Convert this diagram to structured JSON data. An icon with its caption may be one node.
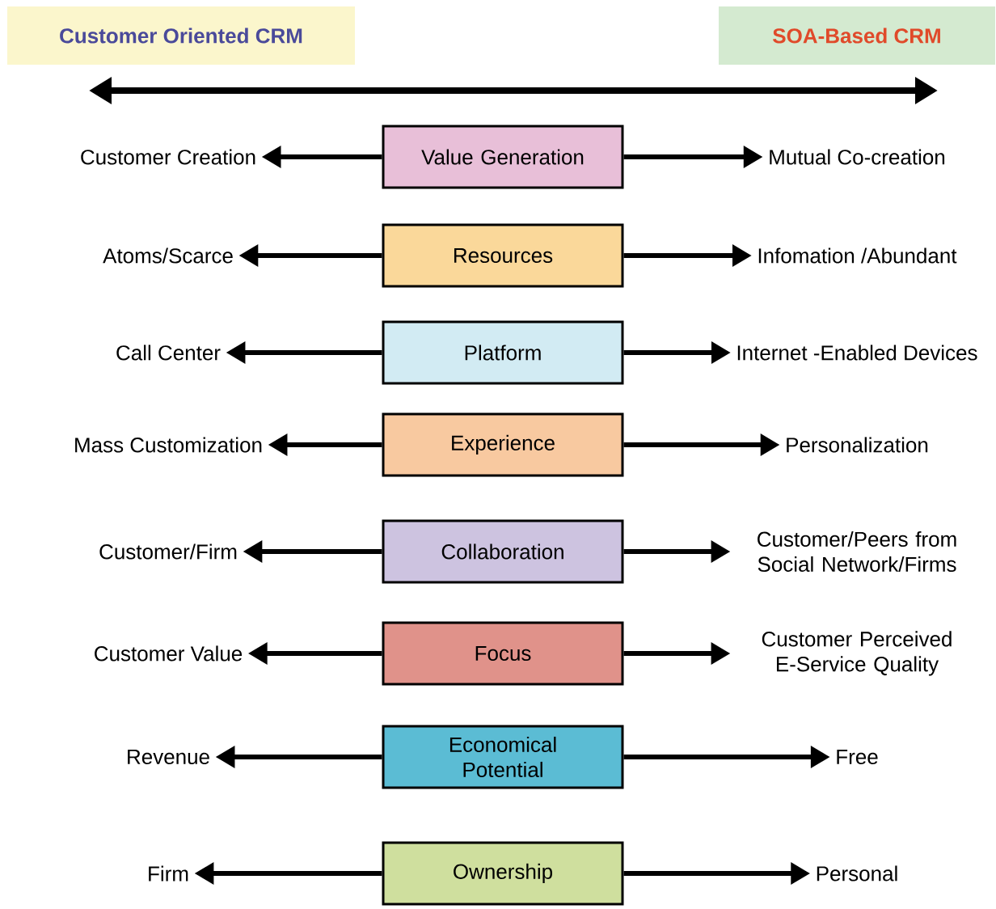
{
  "diagram": {
    "nodes": [
      {
        "text": [
          "Customer Oriented CRM"
        ]
      },
      {
        "text": [
          "SOA-Based CRM"
        ]
      },
      {
        "text": [
          "Customer Creation"
        ]
      },
      {
        "text": [
          "Value Generation"
        ]
      },
      {
        "text": [
          "Mutual Co-creation"
        ]
      },
      {
        "text": [
          "Atoms/Scarce"
        ]
      },
      {
        "text": [
          "Resources"
        ]
      },
      {
        "text": [
          "Infomation /Abundant"
        ]
      },
      {
        "text": [
          "Call Center"
        ]
      },
      {
        "text": [
          "Platform"
        ]
      },
      {
        "text": [
          "Internet -Enabled Devices"
        ]
      },
      {
        "text": [
          "Mass Customization"
        ]
      },
      {
        "text": [
          "Experience"
        ]
      },
      {
        "text": [
          "Personalization"
        ]
      },
      {
        "text": [
          "Customer/Firm"
        ]
      },
      {
        "text": [
          "Collaboration"
        ]
      },
      {
        "text": [
          "Customer/Peers from Social Network/Firms"
        ]
      },
      {
        "text": [
          "Customer Value"
        ]
      },
      {
        "text": [
          "Focus"
        ]
      },
      {
        "text": [
          "Customer Perceived E-Service Quality"
        ]
      },
      {
        "text": [
          "Revenue"
        ]
      },
      {
        "text": [
          "Economical Potential"
        ]
      },
      {
        "text": [
          "Free"
        ]
      },
      {
        "text": [
          "Firm"
        ]
      },
      {
        "text": [
          "Ownership"
        ]
      },
      {
        "text": [
          "Personal"
        ]
      }
    ],
    "edges": [
      {
        "from": 3,
        "to": 2,
        "arrow": "to"
      },
      {
        "from": 3,
        "to": 4,
        "arrow": "to"
      },
      {
        "from": 6,
        "to": 5,
        "arrow": "to"
      },
      {
        "from": 6,
        "to": 7,
        "arrow": "to"
      },
      {
        "from": 9,
        "to": 8,
        "arrow": "to"
      },
      {
        "from": 9,
        "to": 10,
        "arrow": "to"
      },
      {
        "from": 12,
        "to": 11,
        "arrow": "to"
      },
      {
        "from": 12,
        "to": 13,
        "arrow": "to"
      },
      {
        "from": 15,
        "to": 14,
        "arrow": "to"
      },
      {
        "from": 15,
        "to": 16,
        "arrow": "to"
      },
      {
        "from": 18,
        "to": 17,
        "arrow": "to"
      },
      {
        "from": 18,
        "to": 19,
        "arrow": "to"
      },
      {
        "from": 21,
        "to": 20,
        "arrow": "to"
      },
      {
        "from": 21,
        "to": 22,
        "arrow": "to"
      },
      {
        "from": 24,
        "to": 23,
        "arrow": "to"
      },
      {
        "from": 24,
        "to": 25,
        "arrow": "to"
      }
    ]
  }
}
